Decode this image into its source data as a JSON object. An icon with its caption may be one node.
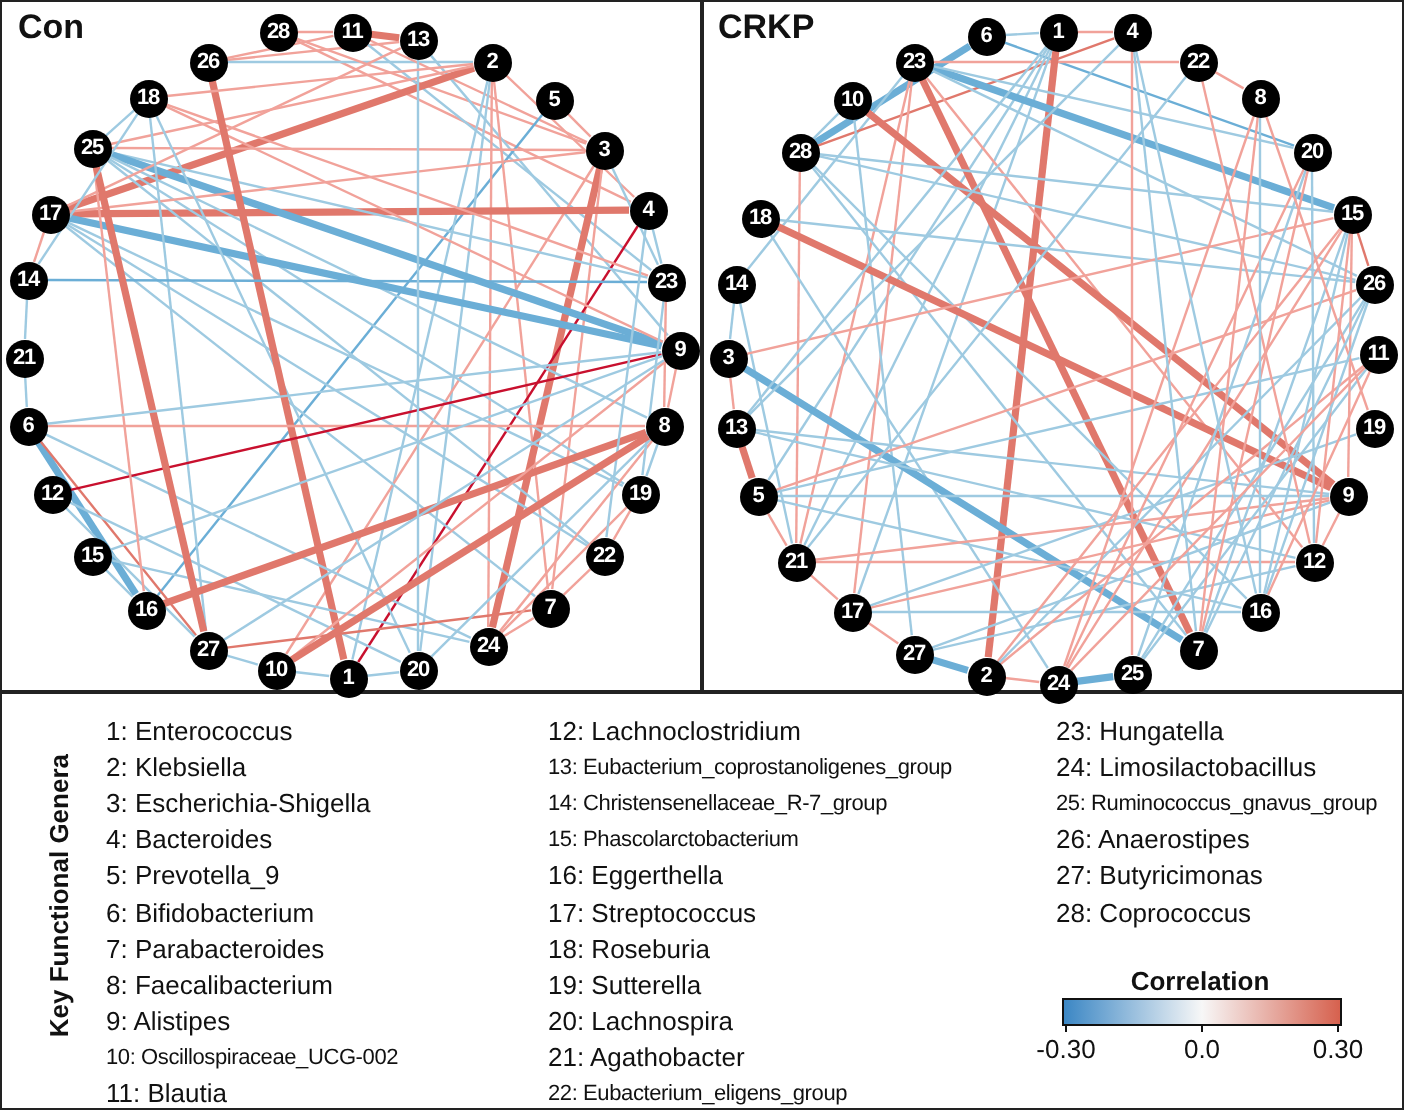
{
  "diagram": {
    "nodes": [
      {
        "text": [
          "Con"
        ]
      },
      {
        "text": [
          "1"
        ],
        "in": 0
      },
      {
        "text": [
          "2"
        ],
        "in": 0
      },
      {
        "text": [
          "3"
        ],
        "in": 0
      },
      {
        "text": [
          "4"
        ],
        "in": 0
      },
      {
        "text": [
          "5"
        ],
        "in": 0
      },
      {
        "text": [
          "6"
        ],
        "in": 0
      },
      {
        "text": [
          "7"
        ],
        "in": 0
      },
      {
        "text": [
          "8"
        ],
        "in": 0
      },
      {
        "text": [
          "9"
        ],
        "in": 0
      },
      {
        "text": [
          "10"
        ],
        "in": 0
      },
      {
        "text": [
          "11"
        ],
        "in": 0
      },
      {
        "text": [
          "12"
        ],
        "in": 0
      },
      {
        "text": [
          "13"
        ],
        "in": 0
      },
      {
        "text": [
          "14"
        ],
        "in": 0
      },
      {
        "text": [
          "15"
        ],
        "in": 0
      },
      {
        "text": [
          "16"
        ],
        "in": 0
      },
      {
        "text": [
          "17"
        ],
        "in": 0
      },
      {
        "text": [
          "18"
        ],
        "in": 0
      },
      {
        "text": [
          "19"
        ],
        "in": 0
      },
      {
        "text": [
          "20"
        ],
        "in": 0
      },
      {
        "text": [
          "21"
        ],
        "in": 0
      },
      {
        "text": [
          "22"
        ],
        "in": 0
      },
      {
        "text": [
          "23"
        ],
        "in": 0
      },
      {
        "text": [
          "24"
        ],
        "in": 0
      },
      {
        "text": [
          "25"
        ],
        "in": 0
      },
      {
        "text": [
          "26"
        ],
        "in": 0
      },
      {
        "text": [
          "27"
        ],
        "in": 0
      },
      {
        "text": [
          "28"
        ],
        "in": 0
      },
      {
        "text": [
          "CRKP"
        ]
      },
      {
        "text": [
          "1"
        ],
        "in": 29
      },
      {
        "text": [
          "2"
        ],
        "in": 29
      },
      {
        "text": [
          "3"
        ],
        "in": 29
      },
      {
        "text": [
          "4"
        ],
        "in": 29
      },
      {
        "text": [
          "5"
        ],
        "in": 29
      },
      {
        "text": [
          "6"
        ],
        "in": 29
      },
      {
        "text": [
          "7"
        ],
        "in": 29
      },
      {
        "text": [
          "8"
        ],
        "in": 29
      },
      {
        "text": [
          "9"
        ],
        "in": 29
      },
      {
        "text": [
          "10"
        ],
        "in": 29
      },
      {
        "text": [
          "11"
        ],
        "in": 29
      },
      {
        "text": [
          "12"
        ],
        "in": 29
      },
      {
        "text": [
          "13"
        ],
        "in": 29
      },
      {
        "text": [
          "14"
        ],
        "in": 29
      },
      {
        "text": [
          "15"
        ],
        "in": 29
      },
      {
        "text": [
          "16"
        ],
        "in": 29
      },
      {
        "text": [
          "17"
        ],
        "in": 29
      },
      {
        "text": [
          "18"
        ],
        "in": 29
      },
      {
        "text": [
          "19"
        ],
        "in": 29
      },
      {
        "text": [
          "20"
        ],
        "in": 29
      },
      {
        "text": [
          "21"
        ],
        "in": 29
      },
      {
        "text": [
          "22"
        ],
        "in": 29
      },
      {
        "text": [
          "23"
        ],
        "in": 29
      },
      {
        "text": [
          "24"
        ],
        "in": 29
      },
      {
        "text": [
          "25"
        ],
        "in": 29
      },
      {
        "text": [
          "26"
        ],
        "in": 29
      },
      {
        "text": [
          "27"
        ],
        "in": 29
      },
      {
        "text": [
          "28"
        ],
        "in": 29
      }
    ],
    "edges": [
      {
        "from": 28,
        "to": 4,
        "arrow": "none",
        "color": "#f1a29a"
      },
      {
        "from": 28,
        "to": 11,
        "arrow": "none",
        "color": "#f1a29a"
      },
      {
        "from": 11,
        "to": 13,
        "arrow": "none",
        "color": "#e0786c",
        "style": "thick"
      },
      {
        "from": 26,
        "to": 13,
        "arrow": "none",
        "color": "#f1a29a"
      },
      {
        "from": 26,
        "to": 11,
        "arrow": "none",
        "color": "#f1a29a"
      },
      {
        "from": 26,
        "to": 2,
        "arrow": "none",
        "color": "#9ecae1"
      },
      {
        "from": 11,
        "to": 3,
        "arrow": "none",
        "color": "#f1a29a"
      },
      {
        "from": 28,
        "to": 3,
        "arrow": "none",
        "color": "#f1a29a"
      },
      {
        "from": 13,
        "to": 9,
        "arrow": "none",
        "color": "#9ecae1"
      },
      {
        "from": 11,
        "to": 23,
        "arrow": "none",
        "color": "#9ecae1"
      },
      {
        "from": 5,
        "to": 3,
        "arrow": "none",
        "color": "#f1a29a"
      },
      {
        "from": 5,
        "to": 16,
        "arrow": "none",
        "color": "#6baed6"
      },
      {
        "from": 2,
        "to": 17,
        "arrow": "none",
        "color": "#e0786c",
        "style": "thick"
      },
      {
        "from": 2,
        "to": 25,
        "arrow": "none",
        "color": "#f1a29a"
      },
      {
        "from": 2,
        "to": 24,
        "arrow": "none",
        "color": "#f1a29a"
      },
      {
        "from": 2,
        "to": 20,
        "arrow": "none",
        "color": "#9ecae1"
      },
      {
        "from": 2,
        "to": 7,
        "arrow": "none",
        "color": "#f1a29a"
      },
      {
        "from": 2,
        "to": 1,
        "arrow": "none",
        "color": "#9ecae1"
      },
      {
        "from": 2,
        "to": 4,
        "arrow": "none",
        "color": "#f1a29a"
      },
      {
        "from": 3,
        "to": 24,
        "arrow": "none",
        "color": "#e0786c",
        "style": "thick"
      },
      {
        "from": 3,
        "to": 7,
        "arrow": "none",
        "color": "#f1a29a"
      },
      {
        "from": 3,
        "to": 10,
        "arrow": "none",
        "color": "#f1a29a"
      },
      {
        "from": 3,
        "to": 23,
        "arrow": "none",
        "color": "#9ecae1"
      },
      {
        "from": 4,
        "to": 17,
        "arrow": "none",
        "color": "#e0786c",
        "style": "thick"
      },
      {
        "from": 4,
        "to": 1,
        "arrow": "none",
        "color": "#c8102e"
      },
      {
        "from": 4,
        "to": 23,
        "arrow": "none",
        "color": "#9ecae1"
      },
      {
        "from": 25,
        "to": 23,
        "arrow": "none",
        "color": "#9ecae1"
      },
      {
        "from": 25,
        "to": 9,
        "arrow": "none",
        "color": "#6baed6",
        "style": "thick"
      },
      {
        "from": 25,
        "to": 8,
        "arrow": "none",
        "color": "#9ecae1"
      },
      {
        "from": 25,
        "to": 19,
        "arrow": "none",
        "color": "#9ecae1"
      },
      {
        "from": 25,
        "to": 22,
        "arrow": "none",
        "color": "#9ecae1"
      },
      {
        "from": 25,
        "to": 3,
        "arrow": "none",
        "color": "#f1a29a"
      },
      {
        "from": 17,
        "to": 13,
        "arrow": "none",
        "color": "#f1a29a"
      },
      {
        "from": 17,
        "to": 3,
        "arrow": "none",
        "color": "#f1a29a"
      },
      {
        "from": 17,
        "to": 9,
        "arrow": "none",
        "color": "#6baed6",
        "style": "thick"
      },
      {
        "from": 17,
        "to": 22,
        "arrow": "none",
        "color": "#9ecae1"
      },
      {
        "from": 17,
        "to": 19,
        "arrow": "none",
        "color": "#9ecae1"
      },
      {
        "from": 17,
        "to": 7,
        "arrow": "none",
        "color": "#9ecae1"
      },
      {
        "from": 18,
        "to": 25,
        "arrow": "none",
        "color": "#9ecae1"
      },
      {
        "from": 18,
        "to": 27,
        "arrow": "none",
        "color": "#9ecae1"
      },
      {
        "from": 18,
        "to": 20,
        "arrow": "none",
        "color": "#9ecae1"
      },
      {
        "from": 18,
        "to": 23,
        "arrow": "none",
        "color": "#f1a29a"
      },
      {
        "from": 18,
        "to": 9,
        "arrow": "none",
        "color": "#f1a29a"
      },
      {
        "from": 26,
        "to": 1,
        "arrow": "none",
        "color": "#e0786c",
        "style": "thick"
      },
      {
        "from": 14,
        "to": 23,
        "arrow": "none",
        "color": "#6baed6"
      },
      {
        "from": 17,
        "to": 14,
        "arrow": "none",
        "color": "#f1a29a"
      },
      {
        "from": 21,
        "to": 6,
        "arrow": "none",
        "color": "#9ecae1"
      },
      {
        "from": 14,
        "to": 21,
        "arrow": "none",
        "color": "#9ecae1"
      },
      {
        "from": 6,
        "to": 8,
        "arrow": "none",
        "color": "#f1a29a"
      },
      {
        "from": 6,
        "to": 16,
        "arrow": "none",
        "color": "#6baed6",
        "style": "thick"
      },
      {
        "from": 6,
        "to": 24,
        "arrow": "none",
        "color": "#9ecae1"
      },
      {
        "from": 6,
        "to": 27,
        "arrow": "none",
        "color": "#e0786c"
      },
      {
        "from": 12,
        "to": 9,
        "arrow": "none",
        "color": "#c8102e"
      },
      {
        "from": 12,
        "to": 27,
        "arrow": "none",
        "color": "#9ecae1"
      },
      {
        "from": 12,
        "to": 20,
        "arrow": "none",
        "color": "#9ecae1"
      },
      {
        "from": 15,
        "to": 24,
        "arrow": "none",
        "color": "#9ecae1"
      },
      {
        "from": 15,
        "to": 16,
        "arrow": "none",
        "color": "#9ecae1"
      },
      {
        "from": 15,
        "to": 9,
        "arrow": "none",
        "color": "#9ecae1"
      },
      {
        "from": 16,
        "to": 8,
        "arrow": "none",
        "color": "#e0786c",
        "style": "thick"
      },
      {
        "from": 16,
        "to": 25,
        "arrow": "none",
        "color": "#f1a29a"
      },
      {
        "from": 25,
        "to": 27,
        "arrow": "none",
        "color": "#e0786c",
        "style": "thick"
      },
      {
        "from": 27,
        "to": 7,
        "arrow": "none",
        "color": "#e0786c"
      },
      {
        "from": 10,
        "to": 9,
        "arrow": "none",
        "color": "#f1a29a"
      },
      {
        "from": 10,
        "to": 1,
        "arrow": "none",
        "color": "#9ecae1"
      },
      {
        "from": 27,
        "to": 10,
        "arrow": "none",
        "color": "#9ecae1"
      },
      {
        "from": 1,
        "to": 20,
        "arrow": "none",
        "color": "#9ecae1"
      },
      {
        "from": 20,
        "to": 8,
        "arrow": "none",
        "color": "#9ecae1"
      },
      {
        "from": 24,
        "to": 7,
        "arrow": "none",
        "color": "#f1a29a"
      },
      {
        "from": 7,
        "to": 22,
        "arrow": "none",
        "color": "#f1a29a"
      },
      {
        "from": 22,
        "to": 19,
        "arrow": "none",
        "color": "#f1a29a"
      },
      {
        "from": 24,
        "to": 8,
        "arrow": "none",
        "color": "#f1a29a"
      },
      {
        "from": 24,
        "to": 19,
        "arrow": "none",
        "color": "#f1a29a"
      },
      {
        "from": 19,
        "to": 8,
        "arrow": "none",
        "color": "#9ecae1"
      },
      {
        "from": 19,
        "to": 23,
        "arrow": "none",
        "color": "#9ecae1"
      },
      {
        "from": 22,
        "to": 4,
        "arrow": "none",
        "color": "#9ecae1"
      },
      {
        "from": 8,
        "to": 9,
        "arrow": "none",
        "color": "#f1a29a"
      },
      {
        "from": 23,
        "to": 8,
        "arrow": "none",
        "color": "#f1a29a"
      },
      {
        "from": 6,
        "to": 9,
        "arrow": "none",
        "color": "#9ecae1"
      },
      {
        "from": 14,
        "to": 18,
        "arrow": "none",
        "color": "#9ecae1"
      },
      {
        "from": 13,
        "to": 20,
        "arrow": "none",
        "color": "#9ecae1"
      },
      {
        "from": 18,
        "to": 2,
        "arrow": "none",
        "color": "#f1a29a"
      },
      {
        "from": 27,
        "to": 9,
        "arrow": "none",
        "color": "#9ecae1"
      },
      {
        "from": 10,
        "to": 8,
        "arrow": "none",
        "color": "#e0786c",
        "style": "thick"
      },
      {
        "from": 35,
        "to": 57,
        "arrow": "none",
        "color": "#6baed6",
        "style": "thick"
      },
      {
        "from": 52,
        "to": 43,
        "arrow": "none",
        "color": "#9ecae1"
      },
      {
        "from": 35,
        "to": 49,
        "arrow": "none",
        "color": "#6baed6"
      },
      {
        "from": 30,
        "to": 33,
        "arrow": "none",
        "color": "#f1a29a"
      },
      {
        "from": 57,
        "to": 33,
        "arrow": "none",
        "color": "#e0786c"
      },
      {
        "from": 52,
        "to": 51,
        "arrow": "none",
        "color": "#f1a29a"
      },
      {
        "from": 30,
        "to": 31,
        "arrow": "none",
        "color": "#e0786c",
        "style": "thick"
      },
      {
        "from": 30,
        "to": 46,
        "arrow": "none",
        "color": "#9ecae1"
      },
      {
        "from": 30,
        "to": 50,
        "arrow": "none",
        "color": "#9ecae1"
      },
      {
        "from": 30,
        "to": 34,
        "arrow": "none",
        "color": "#9ecae1"
      },
      {
        "from": 52,
        "to": 44,
        "arrow": "none",
        "color": "#6baed6",
        "style": "thick"
      },
      {
        "from": 52,
        "to": 49,
        "arrow": "none",
        "color": "#9ecae1"
      },
      {
        "from": 52,
        "to": 55,
        "arrow": "none",
        "color": "#9ecae1"
      },
      {
        "from": 52,
        "to": 36,
        "arrow": "none",
        "color": "#e0786c",
        "style": "thick"
      },
      {
        "from": 52,
        "to": 41,
        "arrow": "none",
        "color": "#f1a29a"
      },
      {
        "from": 52,
        "to": 46,
        "arrow": "none",
        "color": "#f1a29a"
      },
      {
        "from": 52,
        "to": 50,
        "arrow": "none",
        "color": "#f1a29a"
      },
      {
        "from": 39,
        "to": 38,
        "arrow": "none",
        "color": "#e0786c",
        "style": "thick"
      },
      {
        "from": 39,
        "to": 56,
        "arrow": "none",
        "color": "#9ecae1"
      },
      {
        "from": 57,
        "to": 44,
        "arrow": "none",
        "color": "#9ecae1"
      },
      {
        "from": 57,
        "to": 55,
        "arrow": "none",
        "color": "#9ecae1"
      },
      {
        "from": 57,
        "to": 50,
        "arrow": "none",
        "color": "#f1a29a"
      },
      {
        "from": 57,
        "to": 45,
        "arrow": "none",
        "color": "#9ecae1"
      },
      {
        "from": 57,
        "to": 36,
        "arrow": "none",
        "color": "#9ecae1"
      },
      {
        "from": 47,
        "to": 55,
        "arrow": "none",
        "color": "#9ecae1"
      },
      {
        "from": 47,
        "to": 38,
        "arrow": "none",
        "color": "#e0786c",
        "style": "thick"
      },
      {
        "from": 47,
        "to": 53,
        "arrow": "none",
        "color": "#9ecae1"
      },
      {
        "from": 43,
        "to": 50,
        "arrow": "none",
        "color": "#9ecae1"
      },
      {
        "from": 32,
        "to": 44,
        "arrow": "none",
        "color": "#f1a29a"
      },
      {
        "from": 32,
        "to": 42,
        "arrow": "none",
        "color": "#f1a29a"
      },
      {
        "from": 32,
        "to": 36,
        "arrow": "none",
        "color": "#6baed6",
        "style": "thick"
      },
      {
        "from": 42,
        "to": 34,
        "arrow": "none",
        "color": "#e0786c",
        "style": "thick"
      },
      {
        "from": 34,
        "to": 50,
        "arrow": "none",
        "color": "#f1a29a"
      },
      {
        "from": 50,
        "to": 46,
        "arrow": "none",
        "color": "#f1a29a"
      },
      {
        "from": 46,
        "to": 56,
        "arrow": "none",
        "color": "#f1a29a"
      },
      {
        "from": 56,
        "to": 31,
        "arrow": "none",
        "color": "#6baed6",
        "style": "thick"
      },
      {
        "from": 31,
        "to": 53,
        "arrow": "none",
        "color": "#f1a29a"
      },
      {
        "from": 53,
        "to": 54,
        "arrow": "none",
        "color": "#6baed6",
        "style": "thick"
      },
      {
        "from": 42,
        "to": 38,
        "arrow": "none",
        "color": "#9ecae1"
      },
      {
        "from": 42,
        "to": 41,
        "arrow": "none",
        "color": "#9ecae1"
      },
      {
        "from": 34,
        "to": 38,
        "arrow": "none",
        "color": "#9ecae1"
      },
      {
        "from": 34,
        "to": 45,
        "arrow": "none",
        "color": "#9ecae1"
      },
      {
        "from": 34,
        "to": 40,
        "arrow": "none",
        "color": "#9ecae1"
      },
      {
        "from": 34,
        "to": 55,
        "arrow": "none",
        "color": "#f1a29a"
      },
      {
        "from": 50,
        "to": 38,
        "arrow": "none",
        "color": "#f1a29a"
      },
      {
        "from": 50,
        "to": 41,
        "arrow": "none",
        "color": "#f1a29a"
      },
      {
        "from": 46,
        "to": 45,
        "arrow": "none",
        "color": "#9ecae1"
      },
      {
        "from": 46,
        "to": 38,
        "arrow": "none",
        "color": "#f1a29a"
      },
      {
        "from": 46,
        "to": 48,
        "arrow": "none",
        "color": "#9ecae1"
      },
      {
        "from": 56,
        "to": 38,
        "arrow": "none",
        "color": "#9ecae1"
      },
      {
        "from": 56,
        "to": 41,
        "arrow": "none",
        "color": "#9ecae1"
      },
      {
        "from": 31,
        "to": 44,
        "arrow": "none",
        "color": "#f1a29a"
      },
      {
        "from": 31,
        "to": 40,
        "arrow": "none",
        "color": "#f1a29a"
      },
      {
        "from": 31,
        "to": 55,
        "arrow": "none",
        "color": "#9ecae1"
      },
      {
        "from": 53,
        "to": 44,
        "arrow": "none",
        "color": "#f1a29a"
      },
      {
        "from": 53,
        "to": 49,
        "arrow": "none",
        "color": "#f1a29a"
      },
      {
        "from": 54,
        "to": 40,
        "arrow": "none",
        "color": "#9ecae1"
      },
      {
        "from": 54,
        "to": 49,
        "arrow": "none",
        "color": "#9ecae1"
      },
      {
        "from": 54,
        "to": 55,
        "arrow": "none",
        "color": "#9ecae1"
      },
      {
        "from": 36,
        "to": 44,
        "arrow": "none",
        "color": "#9ecae1"
      },
      {
        "from": 36,
        "to": 37,
        "arrow": "none",
        "color": "#f1a29a"
      },
      {
        "from": 36,
        "to": 49,
        "arrow": "none",
        "color": "#f1a29a"
      },
      {
        "from": 45,
        "to": 44,
        "arrow": "none",
        "color": "#9ecae1"
      },
      {
        "from": 41,
        "to": 44,
        "arrow": "none",
        "color": "#f1a29a"
      },
      {
        "from": 38,
        "to": 44,
        "arrow": "none",
        "color": "#f1a29a"
      },
      {
        "from": 48,
        "to": 37,
        "arrow": "none",
        "color": "#f1a29a"
      },
      {
        "from": 44,
        "to": 55,
        "arrow": "none",
        "color": "#e0786c"
      },
      {
        "from": 51,
        "to": 37,
        "arrow": "none",
        "color": "#f1a29a"
      },
      {
        "from": 51,
        "to": 41,
        "arrow": "none",
        "color": "#f1a29a"
      },
      {
        "from": 51,
        "to": 50,
        "arrow": "none",
        "color": "#9ecae1"
      },
      {
        "from": 37,
        "to": 45,
        "arrow": "none",
        "color": "#9ecae1"
      },
      {
        "from": 37,
        "to": 53,
        "arrow": "none",
        "color": "#f1a29a"
      },
      {
        "from": 49,
        "to": 41,
        "arrow": "none",
        "color": "#9ecae1"
      },
      {
        "from": 33,
        "to": 36,
        "arrow": "none",
        "color": "#9ecae1"
      },
      {
        "from": 33,
        "to": 45,
        "arrow": "none",
        "color": "#9ecae1"
      },
      {
        "from": 33,
        "to": 54,
        "arrow": "none",
        "color": "#f1a29a"
      },
      {
        "from": 33,
        "to": 42,
        "arrow": "none",
        "color": "#9ecae1"
      },
      {
        "from": 55,
        "to": 45,
        "arrow": "none",
        "color": "#9ecae1"
      },
      {
        "from": 55,
        "to": 36,
        "arrow": "none",
        "color": "#9ecae1"
      },
      {
        "from": 40,
        "to": 45,
        "arrow": "none",
        "color": "#f1a29a"
      },
      {
        "from": 40,
        "to": 53,
        "arrow": "none",
        "color": "#f1a29a"
      },
      {
        "from": 38,
        "to": 41,
        "arrow": "none",
        "color": "#f1a29a"
      },
      {
        "from": 43,
        "to": 32,
        "arrow": "none",
        "color": "#9ecae1"
      },
      {
        "from": 30,
        "to": 42,
        "arrow": "none",
        "color": "#9ecae1"
      },
      {
        "from": 35,
        "to": 30,
        "arrow": "none",
        "color": "#9ecae1"
      },
      {
        "from": 39,
        "to": 57,
        "arrow": "none",
        "color": "#9ecae1"
      }
    ],
    "labels": [
      "Key Functional Genera",
      "1: Enterococcus",
      "2: Klebsiella",
      "3: Escherichia-Shigella",
      "4: Bacteroides",
      "5: Prevotella_9",
      "6: Bifidobacterium",
      "7: Parabacteroides",
      "8: Faecalibacterium",
      "9: Alistipes",
      "10: Oscillospiraceae_UCG-002",
      "11: Blautia",
      "12: Lachnoclostridium",
      "13: Eubacterium_coprostanoligenes_group",
      "14: Christensenellaceae_R-7_group",
      "15: Phascolarctobacterium",
      "16: Eggerthella",
      "17: Streptococcus",
      "18: Roseburia",
      "19: Sutterella",
      "20: Lachnospira",
      "21: Agathobacter",
      "22: Eubacterium_eligens_group",
      "23: Hungatella",
      "24: Limosilactobacillus",
      "25: Ruminococcus_gnavus_group",
      "26: Anaerostipes",
      "27: Butyricimonas",
      "28: Coprococcus",
      "Correlation",
      "-0.30",
      "0.0",
      "0.30"
    ]
  }
}
